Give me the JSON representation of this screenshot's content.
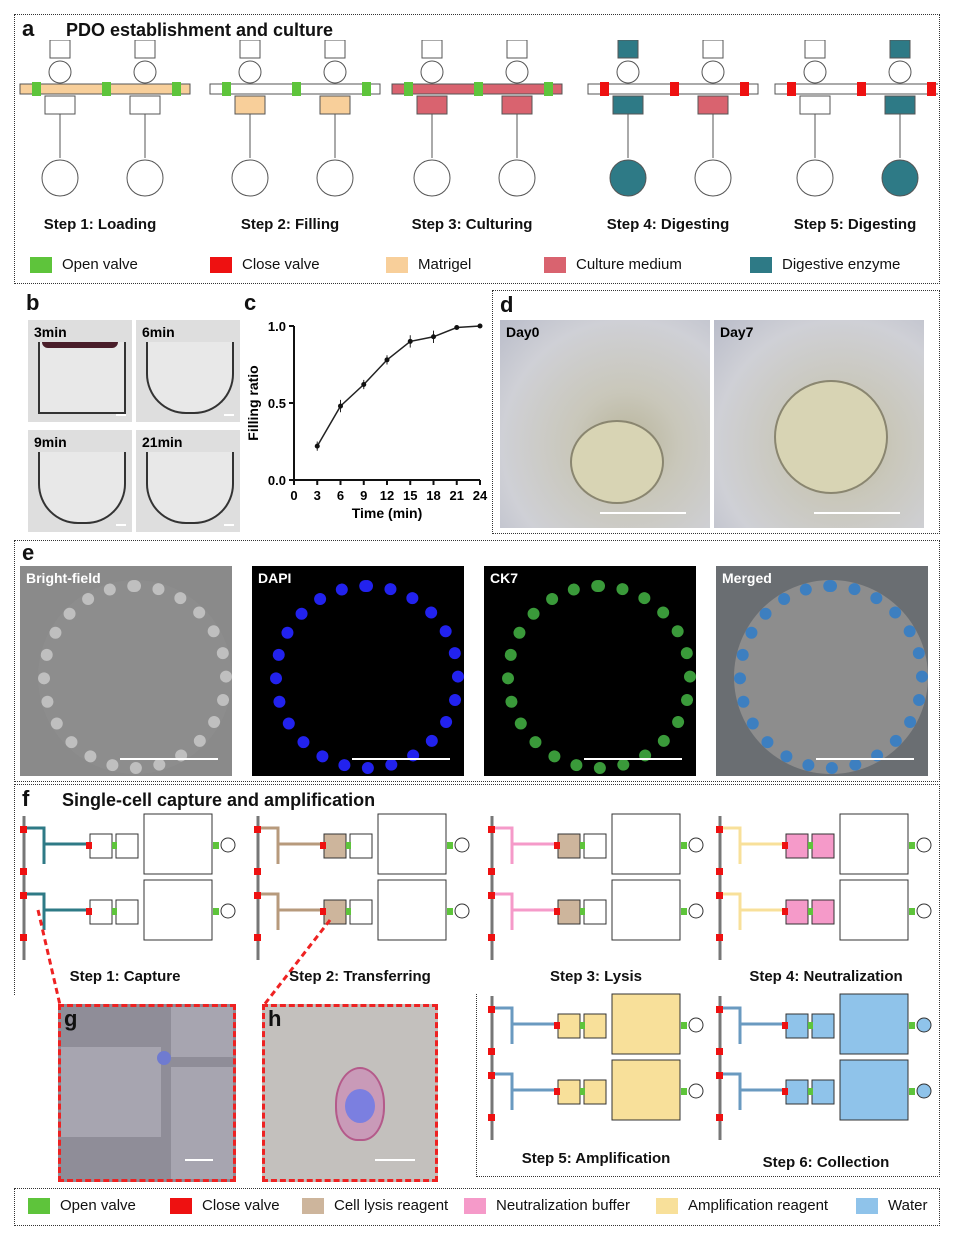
{
  "panel_a": {
    "letter": "a",
    "title": "PDO establishment and culture",
    "steps": [
      "Step 1: Loading",
      "Step 2: Filling",
      "Step 3: Culturing",
      "Step 4: Digesting",
      "Step 5: Digesting"
    ],
    "legend": [
      {
        "label": "Open valve",
        "color": "#5ec43b"
      },
      {
        "label": "Close valve",
        "color": "#ee1111"
      },
      {
        "label": "Matrigel",
        "color": "#f8cf9a"
      },
      {
        "label": "Culture medium",
        "color": "#d9636f"
      },
      {
        "label": "Digestive enzyme",
        "color": "#2e7a86"
      }
    ]
  },
  "panel_b": {
    "letter": "b",
    "times": [
      "3min",
      "6min",
      "9min",
      "21min"
    ]
  },
  "panel_c": {
    "letter": "c"
  },
  "chart_data": {
    "type": "line",
    "title": "",
    "xlabel": "Time (min)",
    "ylabel": "Filling ratio",
    "x": [
      3,
      6,
      9,
      12,
      15,
      18,
      21,
      24
    ],
    "values": [
      0.22,
      0.48,
      0.62,
      0.78,
      0.9,
      0.93,
      0.99,
      1.0
    ],
    "errors": [
      0.03,
      0.04,
      0.03,
      0.03,
      0.04,
      0.04,
      0.01,
      0.01
    ],
    "xticks": [
      "0",
      "3",
      "6",
      "9",
      "12",
      "15",
      "18",
      "21",
      "24"
    ],
    "yticks": [
      "0.0",
      "0.5",
      "1.0"
    ],
    "xlim": [
      0,
      24
    ],
    "ylim": [
      0,
      1
    ],
    "grid": false
  },
  "panel_d": {
    "letter": "d",
    "images": [
      "Day0",
      "Day7"
    ]
  },
  "panel_e": {
    "letter": "e",
    "images": [
      "Bright-field",
      "DAPI",
      "CK7",
      "Merged"
    ]
  },
  "panel_f": {
    "letter": "f",
    "title": "Single-cell capture and amplification",
    "steps": [
      "Step 1: Capture",
      "Step 2: Transferring",
      "Step 3: Lysis",
      "Step 4: Neutralization",
      "Step 5: Amplification",
      "Step 6: Collection"
    ],
    "legend": [
      {
        "label": "Open valve",
        "color": "#5ec43b"
      },
      {
        "label": "Close valve",
        "color": "#ee1111"
      },
      {
        "label": "Cell lysis reagent",
        "color": "#cdb59c"
      },
      {
        "label": "Neutralization buffer",
        "color": "#f59ac9"
      },
      {
        "label": "Amplification reagent",
        "color": "#f8e09a"
      },
      {
        "label": "Water",
        "color": "#8fc3ea"
      }
    ]
  },
  "panel_g": {
    "letter": "g"
  },
  "panel_h": {
    "letter": "h"
  }
}
